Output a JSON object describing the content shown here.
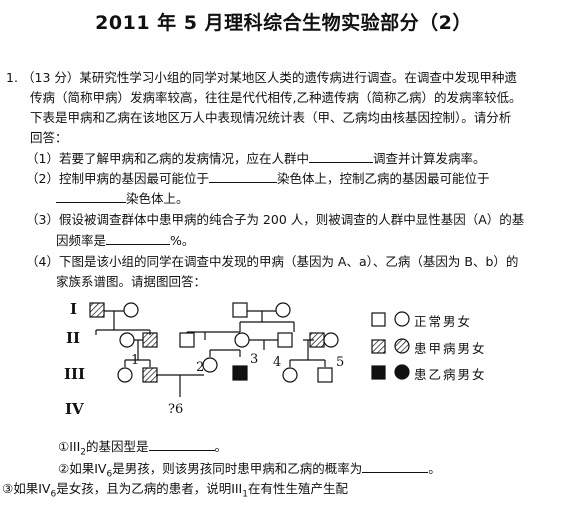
{
  "title": "2011 年 5 月理科综合生物实验部分（2）",
  "question": {
    "number": "1.",
    "lines": [
      "（13 分）某研究性学习小组的同学对某地区人类的遗传病进行调查。在调查中发现甲种遗",
      "传病（简称甲病）发病率较高，往往是代代相传,乙种遗传病（简称乙病）的发病率较低。",
      "下表是甲病和乙病在该地区万人中表现情况统计表（甲、乙病均由核基因控制）。请分析",
      "回答："
    ],
    "sub1": {
      "before": "（1）若要了解甲病和乙病的发病情况，应在人群中",
      "after": "调查并计算发病率。"
    },
    "sub2": {
      "before": "（2）控制甲病的基因最可能位于",
      "mid": "染色体上，控制乙病的基因最可能位于",
      "after": "染色体上。"
    },
    "sub3": {
      "before": "（3）假设被调查群体中患甲病的纯合子为 200 人，则被调查的人群中显性基因（A）的基",
      "line2_before": "因频率是",
      "line2_after": "%。"
    },
    "sub4": {
      "line1": "（4）下图是该小组的同学在调查中发现的甲病（基因为 A、a）、乙病（基因为 B、b）的",
      "line2": "家族系谱图。请据图回答："
    },
    "q1": {
      "before": "①III",
      "sub": "2",
      "after": "的基因型是",
      "end": "。"
    },
    "q2": {
      "before": "②如果IV",
      "sub": "6",
      "after": "是男孩，则该男孩同时患甲病和乙病的概率为",
      "end": "。"
    },
    "q3": {
      "before": "③如果IV",
      "sub": "6",
      "mid": "是女孩，且为乙病的患者，说明III",
      "sub2": "1",
      "after": "在有性生殖产生配"
    }
  },
  "pedigree": {
    "generations": [
      "I",
      "II",
      "III",
      "IV"
    ],
    "numbers": [
      "1",
      "2",
      "3",
      "4",
      "5",
      "?6"
    ],
    "legend": [
      "正常男女",
      "患甲病男女",
      "患乙病男女"
    ]
  }
}
